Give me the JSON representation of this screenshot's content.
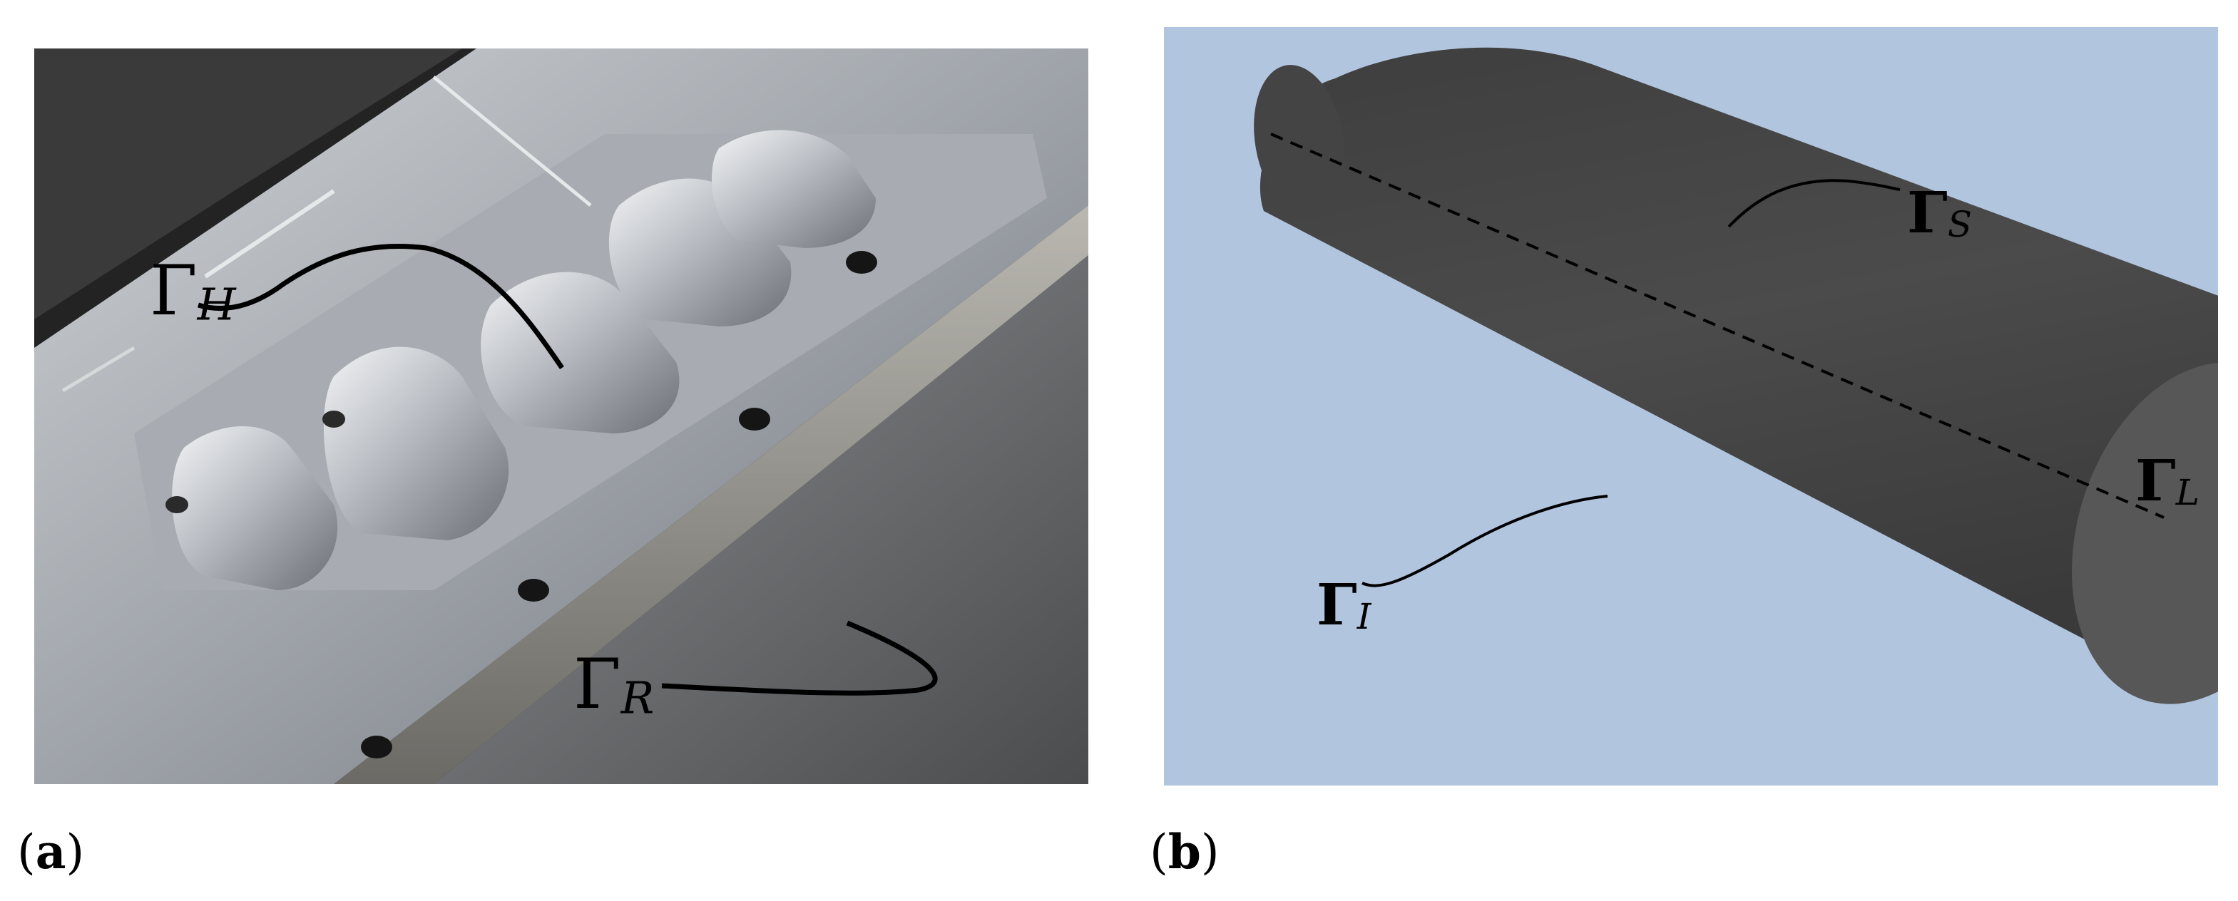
{
  "panels": {
    "a": {
      "sublabel_open": "(",
      "sublabel_letter": "a",
      "sublabel_close": ")",
      "labels": {
        "gamma_h": {
          "symbol": "Γ",
          "sub": "H"
        },
        "gamma_r": {
          "symbol": "Γ",
          "sub": "R"
        }
      }
    },
    "b": {
      "sublabel_open": "(",
      "sublabel_letter": "b",
      "sublabel_close": ")",
      "labels": {
        "gamma_s": {
          "symbol": "Γ",
          "sub": "S"
        },
        "gamma_l": {
          "symbol": "Γ",
          "sub": "L"
        },
        "gamma_i": {
          "symbol": "Γ",
          "sub": "I"
        }
      }
    }
  },
  "colors": {
    "panel_b_background": "#b1c5de",
    "cylinder": "#4a4a4a",
    "cylinder_cap": "#565656",
    "annotation": "#000000"
  }
}
